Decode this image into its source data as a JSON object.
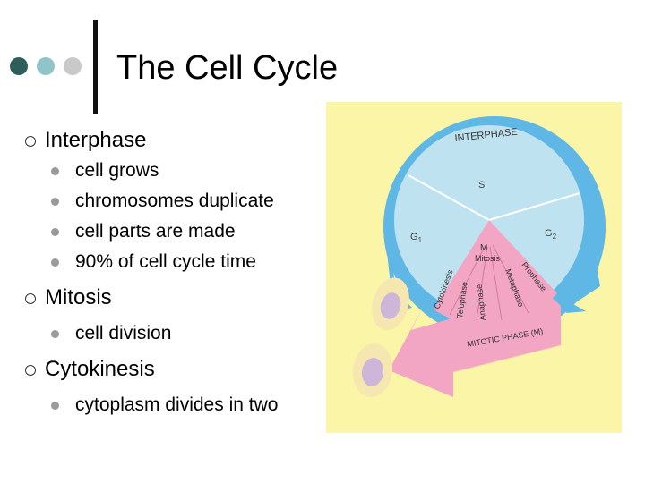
{
  "slide": {
    "title": "The Cell Cycle",
    "dots": [
      {
        "color": "#2e5e5a"
      },
      {
        "color": "#8fc4c8"
      },
      {
        "color": "#c9c9c9"
      }
    ]
  },
  "bullets": {
    "interphase": {
      "label": "Interphase",
      "items": [
        "cell grows",
        "chromosomes duplicate",
        "cell parts are made",
        "90% of cell cycle time"
      ]
    },
    "mitosis": {
      "label": "Mitosis",
      "items": [
        "cell division"
      ]
    },
    "cytokinesis": {
      "label": "Cytokinesis",
      "items": [
        "cytoplasm divides in two"
      ]
    }
  },
  "diagram": {
    "interphase_label": "INTERPHASE",
    "s_label": "S",
    "g1_label": "G",
    "g1_sub": "1",
    "g2_label": "G",
    "g2_sub": "2",
    "m_label": "M",
    "mitosis_label": "Mitosis",
    "phases": [
      "Cytokinesis",
      "Telophase",
      "Anaphase",
      "Metaphase",
      "Prophase"
    ],
    "mitotic_phase_label": "MITOTIC PHASE (M)",
    "colors": {
      "background": "#fbf5a8",
      "ring": "#5fb7e6",
      "disc": "#bfe2f0",
      "wedge": "#f3a6c4",
      "cell_body": "#f6e7b0",
      "cell_nucleus": "#cdb6d8"
    }
  }
}
